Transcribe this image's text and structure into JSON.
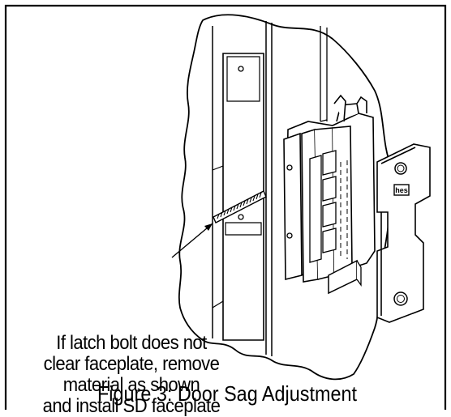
{
  "annotation": {
    "lines": [
      "If latch bolt does not",
      "clear faceplate, remove",
      "material as shown",
      "and install SD faceplate"
    ]
  },
  "caption": "Figure 3: Door Sag Adjustment",
  "logo_text": "hes",
  "colors": {
    "ink": "#000000",
    "background": "#ffffff"
  }
}
